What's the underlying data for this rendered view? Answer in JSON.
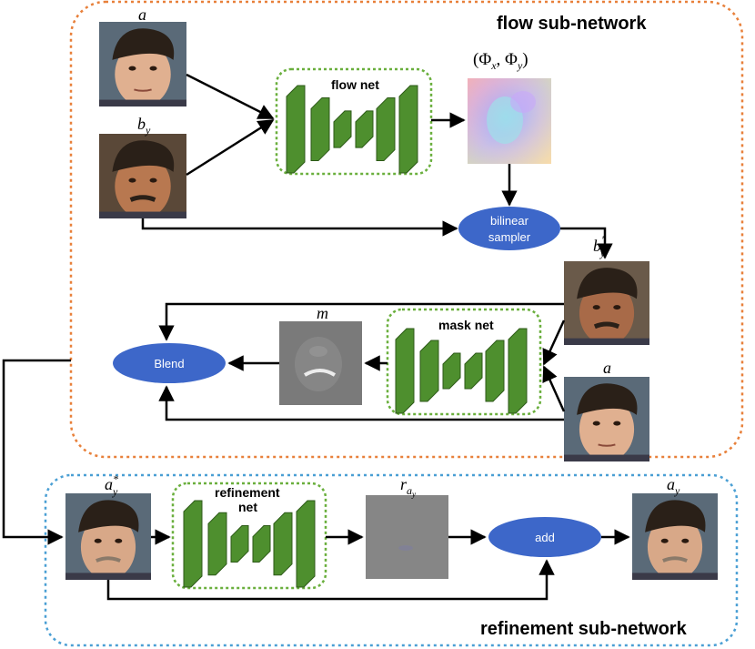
{
  "sections": {
    "flow": {
      "title": "flow sub-network",
      "border_color": "#E8803A"
    },
    "refinement": {
      "title": "refinement sub-network",
      "border_color": "#4A9FD4"
    }
  },
  "networks": {
    "flow_net": {
      "label": "flow net",
      "border_color": "#6AAF3D",
      "layer_color": "#4E8F2E"
    },
    "mask_net": {
      "label": "mask net"
    },
    "refinement_net": {
      "label_line1": "refinement",
      "label_line2": "net"
    }
  },
  "nodes": {
    "bilinear_sampler": {
      "label_line1": "bilinear",
      "label_line2": "sampler"
    },
    "blend": {
      "label": "Blend"
    },
    "add": {
      "label": "add"
    },
    "node_color": "#3D67C9"
  },
  "images": {
    "a_top": {
      "base": "a"
    },
    "b_y": {
      "base": "b",
      "sub": "y"
    },
    "flow_field": {
      "phi": "Φ",
      "sub_x": "x",
      "sub_y": "y"
    },
    "b_y_prime": {
      "base": "b",
      "prime": "′",
      "sub": "y"
    },
    "mask": {
      "base": "m"
    },
    "a_bottom": {
      "base": "a"
    },
    "a_y_star": {
      "base": "a",
      "sup": "*",
      "sub": "y"
    },
    "r_ay": {
      "base": "r",
      "sub": "a",
      "subsub": "y"
    },
    "a_y": {
      "base": "a",
      "sub": "y"
    }
  }
}
